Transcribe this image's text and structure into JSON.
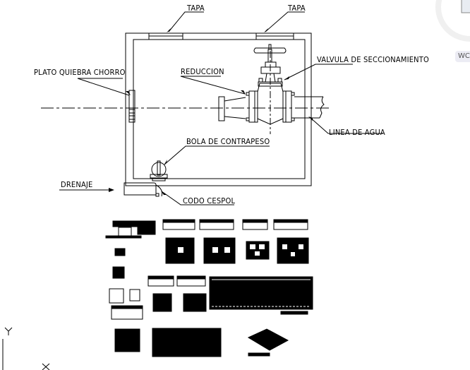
{
  "drawing": {
    "title": "Caja de valvula - detalle",
    "labels": {
      "tapa_left": "TAPA",
      "tapa_right": "TAPA",
      "valvula": "VALVULA DE SECCIONAMIENTO",
      "plato": "PLATO QUIEBRA CHORRO",
      "reduccion": "REDUCCION",
      "linea": "LINEA DE AGUA",
      "bola": "BOLA DE CONTRAPESO",
      "drenaje": "DRENAJE",
      "codo": "CODO CESPOL"
    }
  },
  "viewcube": {
    "wcs_label": "WC"
  },
  "ucs": {
    "y_axis": "Y",
    "x_axis": "X"
  },
  "colors": {
    "background": "#ffffff",
    "linework": "#000000",
    "viewcube_ring": "#f0f0f0"
  }
}
